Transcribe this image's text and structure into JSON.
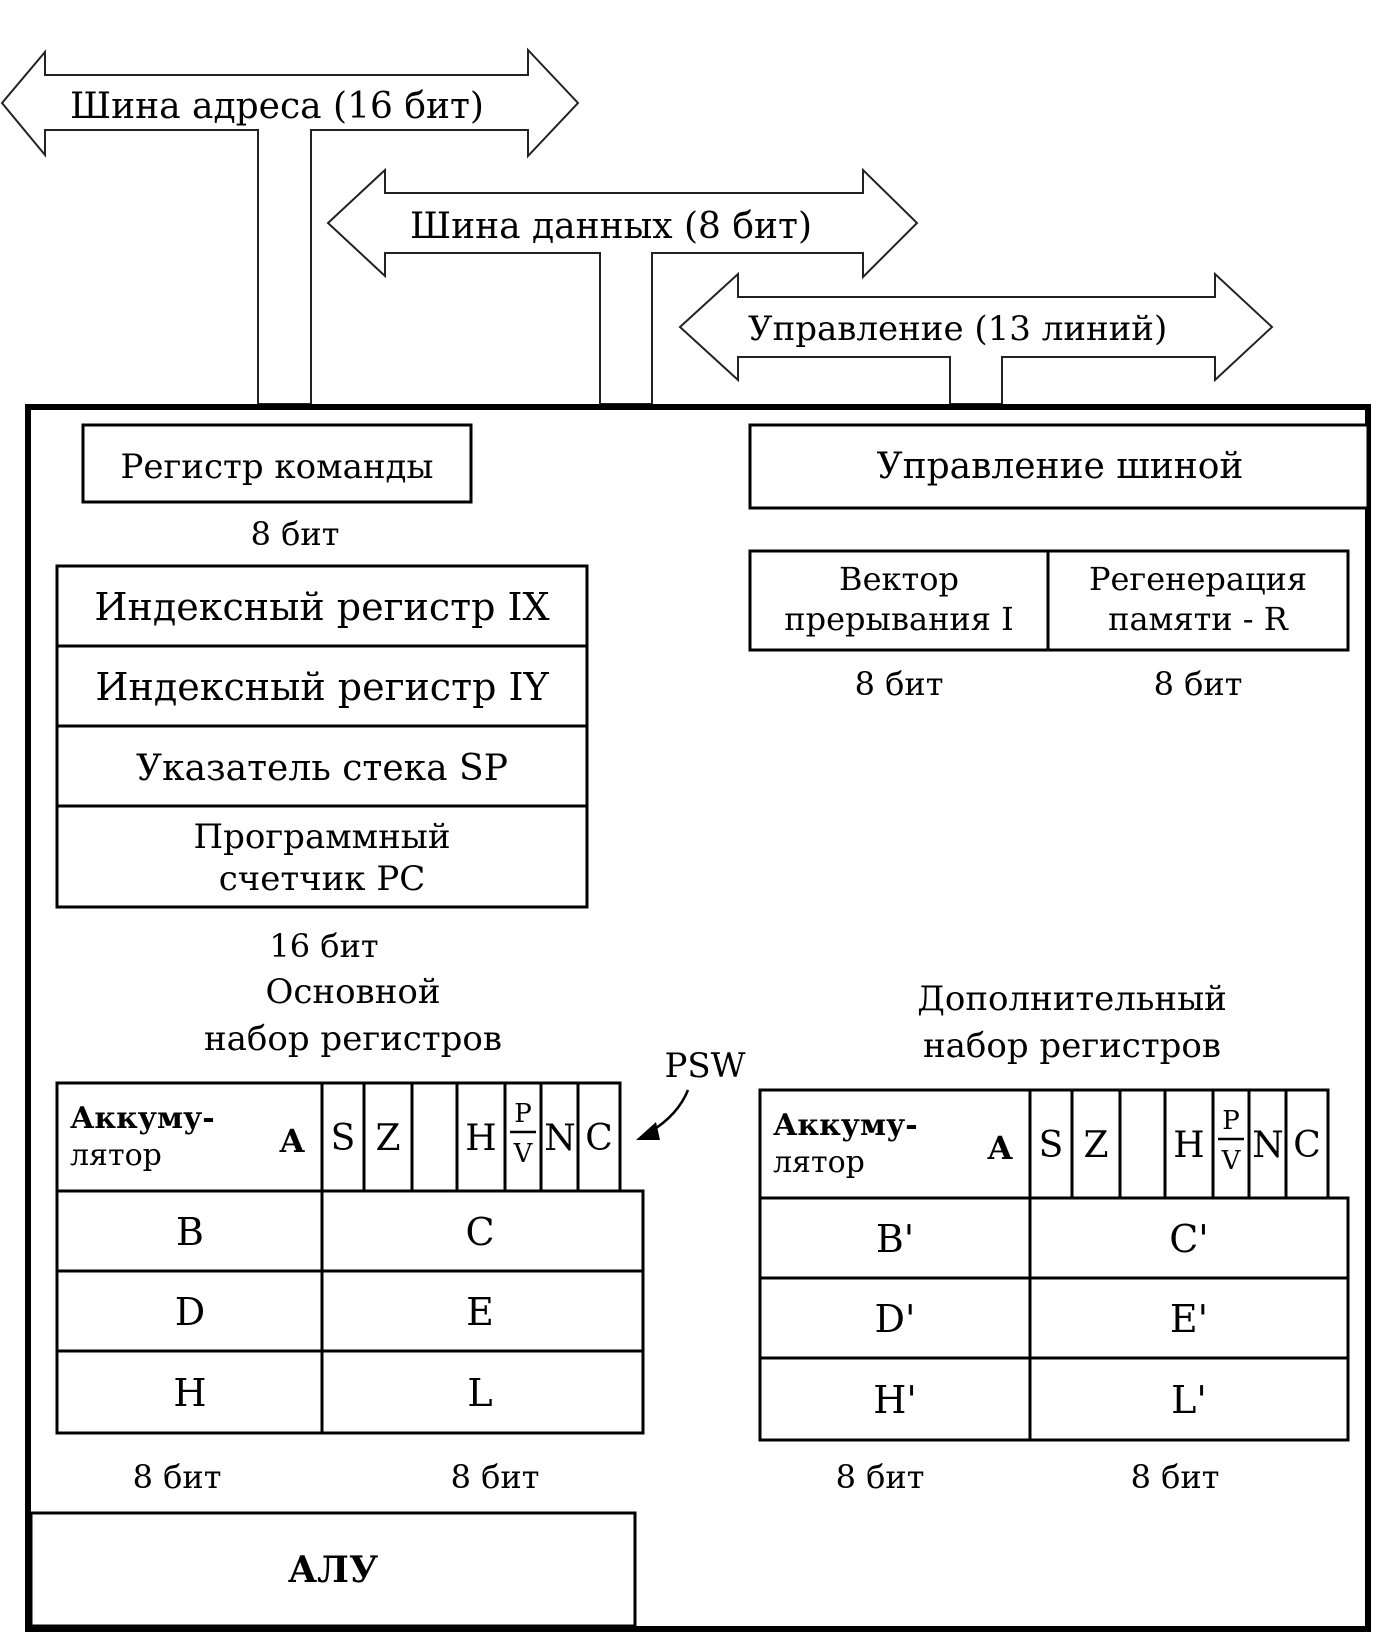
{
  "buses": {
    "address": "Шина адреса (16 бит)",
    "data": "Шина данных (8 бит)",
    "control": "Управление (13 линий)"
  },
  "registers": {
    "instruction": "Регистр команды",
    "instruction_width": "8 бит",
    "ix": "Индексный регистр IX",
    "iy": "Индексный регистр IY",
    "sp": "Указатель стека SP",
    "pc_line1": "Программный",
    "pc_line2": "счетчик PC",
    "pointers_width": "16 бит"
  },
  "bus_control": "Управление шиной",
  "interrupt_vector": {
    "line1": "Вектор",
    "line2": "прерывания I",
    "width": "8 бит"
  },
  "refresh": {
    "line1": "Регенерация",
    "line2": "памяти - R",
    "width": "8 бит"
  },
  "main_set": {
    "title_line1": "Основной",
    "title_line2": "набор регистров",
    "acc_line1": "Аккуму-",
    "acc_line2": "лятор",
    "acc_letter": "A",
    "flags": [
      "S",
      "Z",
      "",
      "H",
      "P/V",
      "N",
      "C"
    ],
    "pairs": [
      [
        "B",
        "C"
      ],
      [
        "D",
        "E"
      ],
      [
        "H",
        "L"
      ]
    ],
    "width_left": "8 бит",
    "width_right": "8 бит"
  },
  "alt_set": {
    "title_line1": "Дополнительный",
    "title_line2": "набор регистров",
    "acc_line1": "Аккуму-",
    "acc_line2": "лятор",
    "acc_letter": "A",
    "flags": [
      "S",
      "Z",
      "",
      "H",
      "P/V",
      "N",
      "C"
    ],
    "pairs": [
      [
        "B'",
        "C'"
      ],
      [
        "D'",
        "E'"
      ],
      [
        "H'",
        "L'"
      ]
    ],
    "width_left": "8 бит",
    "width_right": "8 бит"
  },
  "psw_label": "PSW",
  "alu": "АЛУ"
}
